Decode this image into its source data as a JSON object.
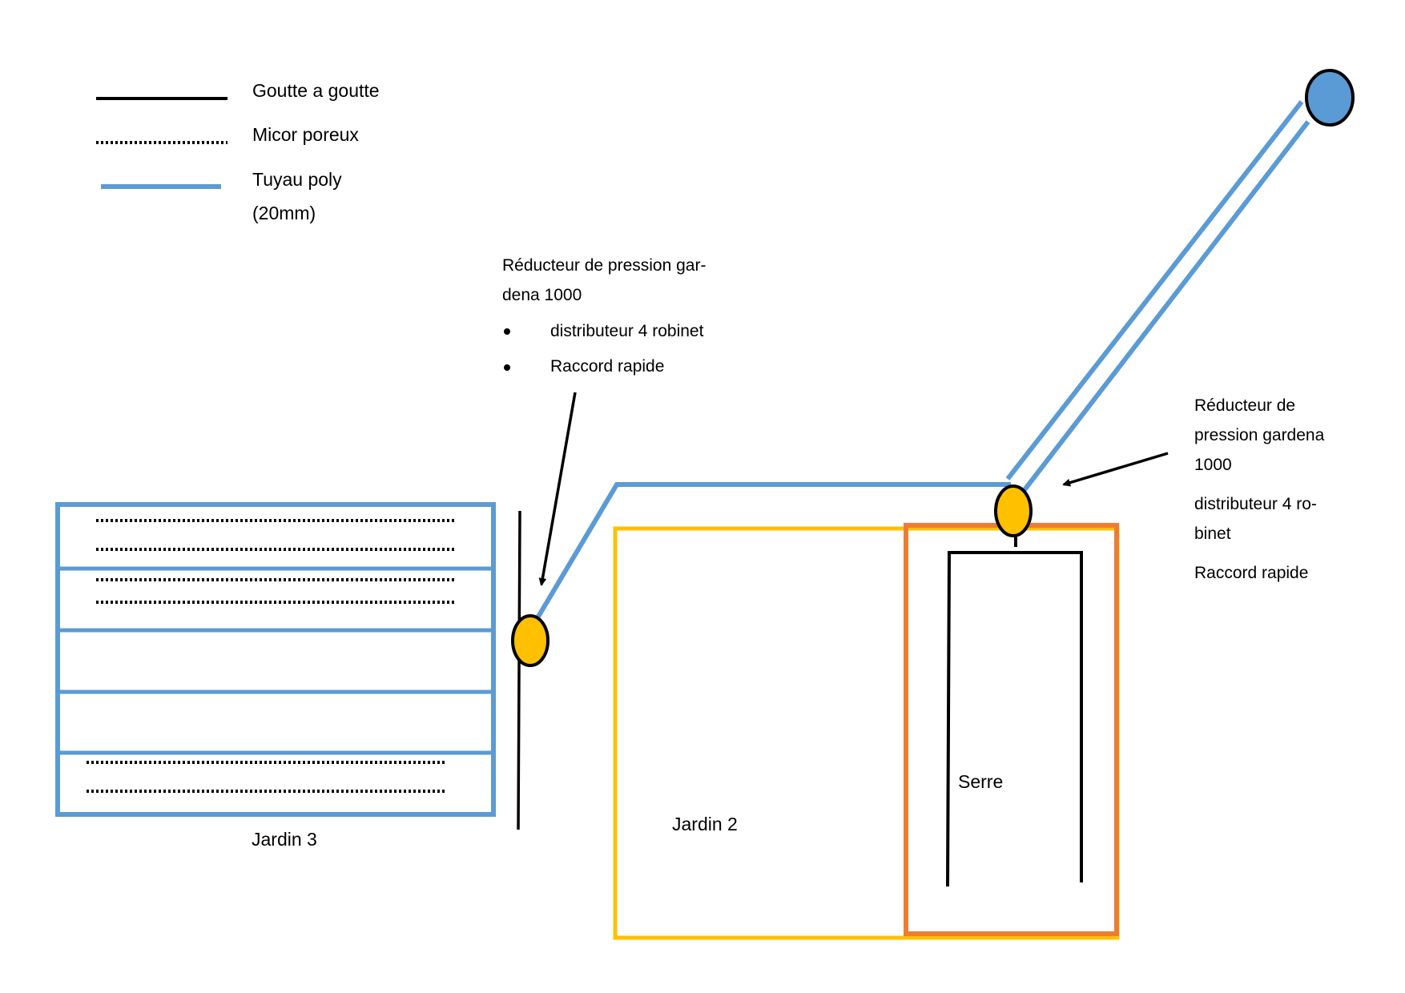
{
  "colors": {
    "drip_line": "#000000",
    "porous": "#000000",
    "poly_pipe": "#5b9bd5",
    "jardin2_border": "#ffc000",
    "serre_border": "#ed7d31",
    "jardin3_border": "#5b9bd5",
    "reducer_fill": "#ffc000",
    "source_fill": "#5b9bd5"
  },
  "legend": {
    "items": [
      {
        "name": "drip-line",
        "label": "Goutte a goutte",
        "style": "solid-black"
      },
      {
        "name": "porous-hose",
        "label": "Micor poreux",
        "style": "dotted-black"
      },
      {
        "name": "poly-pipe",
        "label": "Tuyau poly",
        "label2": "(20mm)",
        "style": "solid-blue"
      }
    ]
  },
  "annotations": {
    "left": {
      "line1": "Réducteur de pression gar-",
      "line2": "dena 1000",
      "bullets": [
        "distributeur 4 robinet",
        "Raccord rapide"
      ]
    },
    "right": {
      "lines": [
        "Réducteur de",
        "pression gardena",
        "1000"
      ],
      "items": [
        {
          "line1": "distributeur 4 ro-",
          "line2": "binet"
        },
        {
          "line1": "Raccord rapide"
        }
      ]
    }
  },
  "zones": {
    "jardin3": {
      "label": "Jardin 3",
      "rows": 5,
      "rows_with_porous": [
        1,
        2,
        5
      ]
    },
    "jardin2": {
      "label": "Jardin 2"
    },
    "serre": {
      "label": "Serre"
    }
  }
}
